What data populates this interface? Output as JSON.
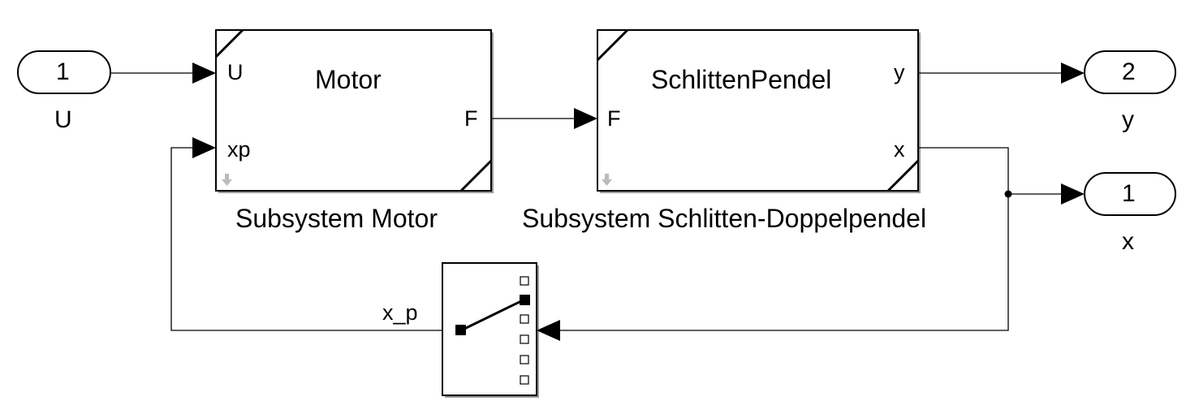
{
  "inports": [
    {
      "number": "1",
      "name": "U"
    }
  ],
  "outports": [
    {
      "number": "2",
      "name": "y"
    },
    {
      "number": "1",
      "name": "x"
    }
  ],
  "blocks": {
    "motor": {
      "title": "Motor",
      "caption": "Subsystem Motor",
      "inputs": [
        "U",
        "xp"
      ],
      "outputs": [
        "F"
      ]
    },
    "schlitten": {
      "title": "SchlittenPendel",
      "caption": "Subsystem Schlitten-Doppelpendel",
      "inputs": [
        "F"
      ],
      "outputs": [
        "y",
        "x"
      ]
    },
    "selector": {
      "type": "Multiport Switch / Selector"
    }
  },
  "signals": {
    "feedback_label": "x_p"
  }
}
